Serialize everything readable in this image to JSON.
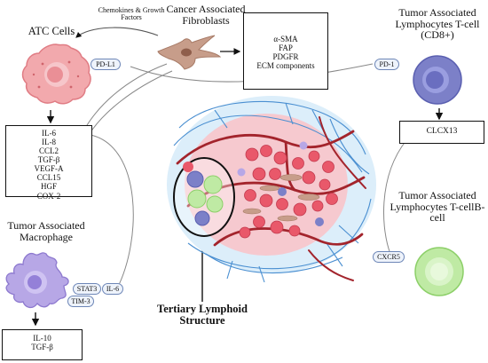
{
  "colors": {
    "atc": "#f2a9ad",
    "fibroblast": "#c79d8a",
    "t_cell": "#7c80c8",
    "b_cell": "#bfeaa4",
    "macrophage": "#b7a7e6",
    "vessel": "#a3242c",
    "lymphatic": "#4a8fd1",
    "receptor_fill": "#eef3fb",
    "receptor_border": "#6d86b7"
  },
  "labels": {
    "atc_title": "ATC Cells",
    "caf_title": "Cancer Associated Fibroblasts",
    "chemokine_note": "Chemokines & Growth Factors",
    "cd8_title": "Tumor Associated Lymphocytes T-cell (CD8+)",
    "bcell_title": "Tumor Associated Lymphocytes T-cellB-cell",
    "macrophage_title": "Tumor Associated Macrophage",
    "tls_title": "Tertiary Lymphoid Structure"
  },
  "receptors": {
    "pd_l1": "PD-L1",
    "pd_1": "PD-1",
    "stat3": "STAT3",
    "il6": "IL-6",
    "tim3": "TIM-3",
    "cxcr5": "CXCR5"
  },
  "boxes": {
    "caf_markers": [
      "α-SMA",
      "FAP",
      "PDGFR",
      "ECM components"
    ],
    "atc_factors": [
      "IL-6",
      "IL-8",
      "CCL2",
      "TGF-β",
      "VEGF-A",
      "CCL15",
      "HGF",
      "COX-2"
    ],
    "cd8_marker": "CLCX13",
    "macrophage_outputs": [
      "IL-10",
      "TGF-β"
    ]
  }
}
